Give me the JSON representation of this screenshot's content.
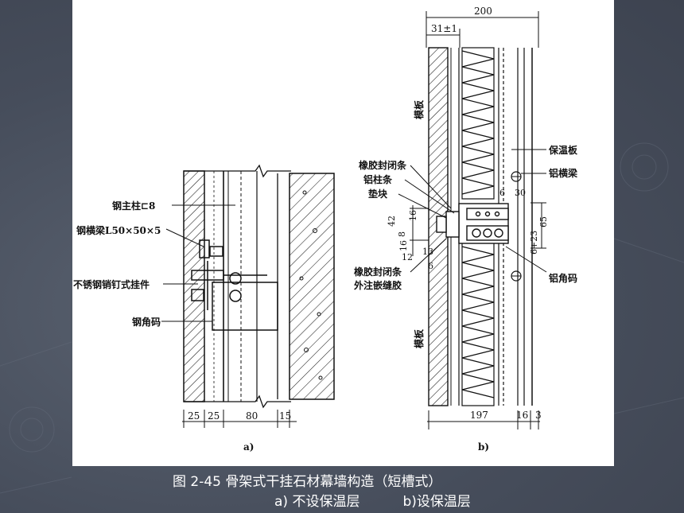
{
  "figure": {
    "caption": "图 2-45  骨架式干挂石材幕墙构造（短槽式）",
    "subcaption_a": "a) 不设保温层",
    "subcaption_b": "b)设保温层",
    "panel_a": {
      "tag": "a)",
      "labels": {
        "main_column": "钢主柱⊏8",
        "cross_beam": "钢横梁L50×50×5",
        "hanger": "不锈钢销钉式挂件",
        "angle": "钢角码"
      },
      "dims": [
        "25",
        "25",
        "80",
        "15"
      ]
    },
    "panel_b": {
      "tag": "b)",
      "labels": {
        "insulation_board": "保温板",
        "rubber_seal_top": "橡胶封闭条",
        "al_column_strip": "铝柱条",
        "al_cross_beam": "铝横梁",
        "pad_block": "垫块",
        "rubber_seal_bottom": "橡胶封闭条",
        "sealant": "外注嵌缝胶",
        "al_angle": "铝角码",
        "formwork_top": "模板",
        "formwork_bottom": "模板"
      },
      "dims": {
        "top_total": "200",
        "top_offset": "31±1",
        "d42": "42",
        "d16a": "16",
        "d8": "8",
        "d16b": "16",
        "d12": "12",
        "d13": "13",
        "d6a": "6",
        "d6b": "6",
        "d30": "30",
        "d65": "65",
        "d6_23": "6+23",
        "bottom_total": "197",
        "d16c": "16",
        "d3": "3"
      }
    }
  }
}
